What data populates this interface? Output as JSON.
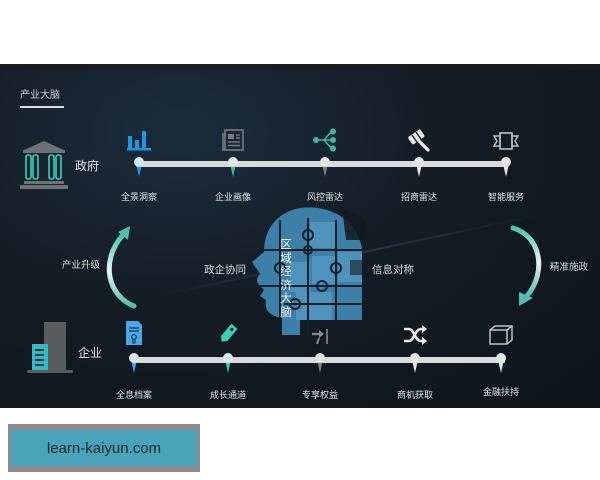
{
  "section": {
    "title": "产业大脑"
  },
  "government": {
    "label": "政府",
    "icon": "government-building-icon",
    "nodes": [
      {
        "label": "全景洞察",
        "icon": "bar-chart-icon",
        "color": "#2196e0"
      },
      {
        "label": "企业画像",
        "icon": "newspaper-icon",
        "color": "#4fb49a"
      },
      {
        "label": "风控雷达",
        "icon": "share-network-icon",
        "color": "#8a8a8a"
      },
      {
        "label": "招商雷达",
        "icon": "gavel-icon",
        "color": "#dcdcdc"
      },
      {
        "label": "智能服务",
        "icon": "ribbon-banner-icon",
        "color": "#dcdcdc"
      }
    ]
  },
  "enterprise": {
    "label": "企业",
    "icon": "office-building-icon",
    "nodes": [
      {
        "label": "全息档案",
        "icon": "document-certificate-icon",
        "color": "#4aa8e8"
      },
      {
        "label": "成长通道",
        "icon": "price-tag-icon",
        "color": "#3fcdb4"
      },
      {
        "label": "专享权益",
        "icon": "arrow-to-bar-icon",
        "color": "#8a8a8a"
      },
      {
        "label": "商机获取",
        "icon": "shuffle-icon",
        "color": "#dcdcdc"
      },
      {
        "label": "金融扶持",
        "icon": "cube-box-icon",
        "color": "#dcdcdc"
      }
    ]
  },
  "center": {
    "brain_label": "区域经济大脑",
    "left_text": "政企协同",
    "right_text": "信息对称"
  },
  "cycle": {
    "left_label": "产业升级",
    "right_label": "精准施政"
  },
  "colors": {
    "accent_blue": "#2196e0",
    "accent_teal": "#3fcdb4",
    "brain_blue": "#4f8fb6",
    "background": "#121a22"
  },
  "watermark": {
    "text": "learn-kaiyun.com"
  }
}
